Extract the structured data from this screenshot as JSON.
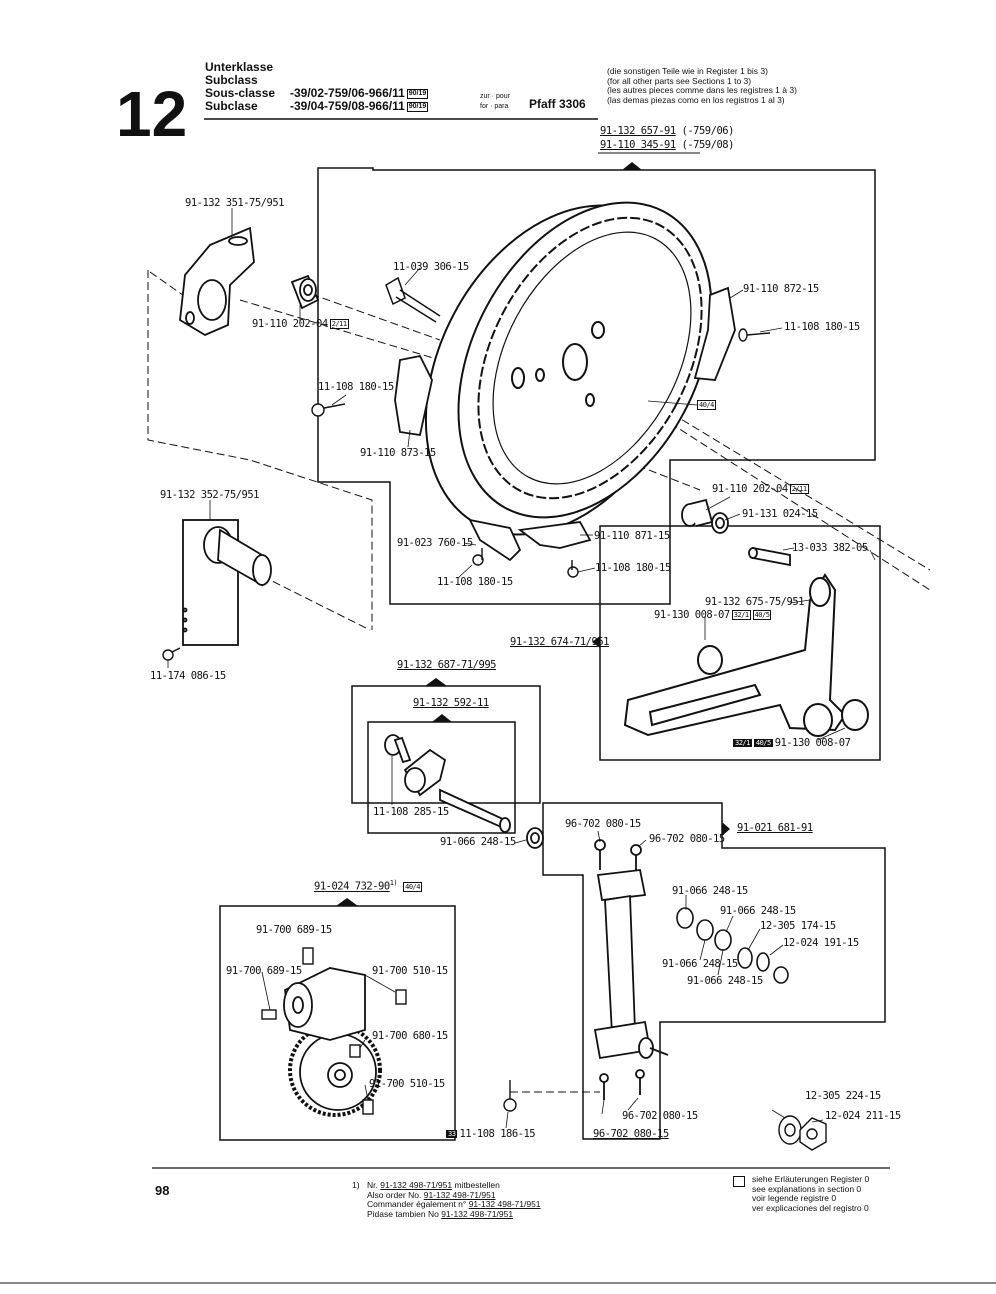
{
  "header": {
    "section_number": "12",
    "class_labels": [
      "Unterklasse",
      "Subclass",
      "Sous-classe",
      "Subclase"
    ],
    "subclass_line_1": "-39/02-759/06-966/11",
    "subclass_line_2": "-39/04-759/08-966/11",
    "box_ref": "90/19",
    "for_1": "zur · pour",
    "for_2": "for · para",
    "machine": "Pfaff 3306",
    "note_de": "(die sonstigen Teile wie in Register 1 bis 3)",
    "note_en": "(for all other parts see Sections 1 to 3)",
    "note_fr": "(les autres pieces comme dans les registres 1 à 3)",
    "note_es": "(las demas piezas como en los registros 1 al 3)"
  },
  "top_refs": {
    "ref1": "91-132 657-91",
    "ref1_suffix": "(-759/06)",
    "ref2": "91-110 345-91",
    "ref2_suffix": "(-759/08)"
  },
  "labels": {
    "l1": "91-132 351-75/951",
    "l2": "91-110 202-04",
    "l2_box": "2/11",
    "l3": "11-039 306-15",
    "l4": "91-110 872-15",
    "l5": "11-108 180-15",
    "l6": "11-108 180-15",
    "l7": "91-110 873-15",
    "l8_box": "40/4",
    "l9": "91-132 352-75/951",
    "l10": "11-174 086-15",
    "l11": "91-110 202-04",
    "l11_box": "2/11",
    "l12": "91-131 024-15",
    "l13": "13-033 382-05",
    "l14": "91-023 760-15",
    "l15": "91-110 871-15",
    "l16": "11-108 180-15",
    "l17": "11-108 180-15",
    "l18": "91-132 675-75/951",
    "l19": "91-130 008-07",
    "l19_box1": "32/1",
    "l19_box2": "40/5",
    "l20": "91-132 674-71/951",
    "l21": "91-132 687-71/995",
    "l22": "91-132 592-11",
    "l23": "11-108 285-15",
    "l24": "91-066 248-15",
    "l25_box1": "32/1",
    "l25_box2": "40/5",
    "l25": "91-130 008-07",
    "l26": "96-702 080-15",
    "l27": "96-702 080-15",
    "l28": "91-021 681-91",
    "l29": "91-024 732-90",
    "l29_sup": "1)",
    "l29_box": "40/4",
    "l30": "91-700 689-15",
    "l31": "91-700 689-15",
    "l32": "91-700 510-15",
    "l33": "91-700 680-15",
    "l34": "91-700 510-15",
    "l35": "91-066 248-15",
    "l36": "91-066 248-15",
    "l37": "12-305 174-15",
    "l38": "12-024 191-15",
    "l39": "91-066 248-15",
    "l40": "91-066 248-15",
    "l41_box": "33",
    "l41": "11-108 186-15",
    "l42": "96-702 080-15",
    "l43": "96-702 080-15",
    "l44": "12-305 224-15",
    "l45": "12-024 211-15"
  },
  "footer": {
    "page": "98",
    "fn_mark": "1)",
    "fn1_pre": "Nr.",
    "fn1_ref": "91-132 498-71/951",
    "fn1_post": "mitbestellen",
    "fn2_pre": "Also order No.",
    "fn2_ref": "91-132 498-71/951",
    "fn3_pre": "Commander également n°",
    "fn3_ref": "91-132 498-71/951",
    "fn4_pre": "Pidase tambien No",
    "fn4_ref": "91-132 498-71/951",
    "leg1": "siehe Erläuterungen Register 0",
    "leg2": "see explanations in section 0",
    "leg3": "voir legende registre 0",
    "leg4": "ver explicaciones del registro 0"
  }
}
